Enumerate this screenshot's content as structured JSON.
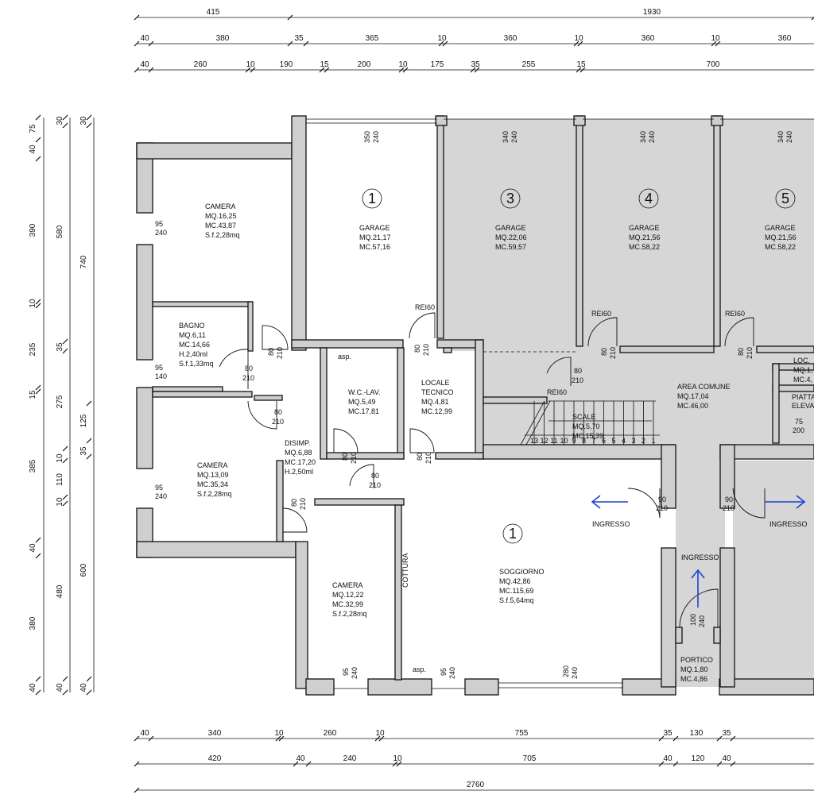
{
  "dims_top": {
    "row1": [
      "415",
      "1930"
    ],
    "row2": [
      "40",
      "380",
      "35",
      "365",
      "10",
      "360",
      "10",
      "360",
      "10",
      "360"
    ],
    "row3": [
      "40",
      "260",
      "10",
      "190",
      "15",
      "200",
      "10",
      "175",
      "35",
      "255",
      "15",
      "700"
    ]
  },
  "dims_left": {
    "col1": [
      "75",
      "40",
      "390",
      "10",
      "235",
      "15",
      "385",
      "40",
      "380",
      "40"
    ],
    "col2": [
      "30",
      "580",
      "35",
      "275",
      "10",
      "110",
      "10",
      "480",
      "40"
    ],
    "col3": [
      "30",
      "740",
      "125",
      "35",
      "600",
      "40"
    ]
  },
  "dims_bottom": {
    "row1": [
      "40",
      "340",
      "10",
      "260",
      "10",
      "755",
      "35",
      "130",
      "35"
    ],
    "row2": [
      "420",
      "40",
      "240",
      "10",
      "705",
      "40",
      "120",
      "40"
    ],
    "row3": [
      "2760"
    ]
  },
  "unit_numbers": {
    "garage_left": "1",
    "garage3": "3",
    "garage4": "4",
    "garage5": "5",
    "soggiorno": "1"
  },
  "rooms": {
    "camera1": [
      "CAMERA",
      "MQ.16,25",
      "MC.43,87",
      "S.f.2,28mq"
    ],
    "bagno": [
      "BAGNO",
      "MQ.6,11",
      "MC.14,66",
      "H.2,40ml",
      "S.f.1,33mq"
    ],
    "camera2": [
      "CAMERA",
      "MQ.13,09",
      "MC.35,34",
      "S.f.2,28mq"
    ],
    "camera3": [
      "CAMERA",
      "MQ.12,22",
      "MC.32,99",
      "S.f.2,28mq"
    ],
    "garage1": [
      "GARAGE",
      "MQ.21,17",
      "MC.57,16"
    ],
    "garage3": [
      "GARAGE",
      "MQ.22,06",
      "MC.59,57"
    ],
    "garage4": [
      "GARAGE",
      "MQ.21,56",
      "MC.58,22"
    ],
    "garage5": [
      "GARAGE",
      "MQ.21,56",
      "MC.58,22"
    ],
    "wc": [
      "W.C.-LAV.",
      "MQ.5,49",
      "MC.17,81"
    ],
    "locale": [
      "LOCALE",
      "TECNICO",
      "MQ.4,81",
      "MC.12,99"
    ],
    "disimp": [
      "DISIMP.",
      "MQ.6,88",
      "MC.17,20",
      "H.2,50ml"
    ],
    "area": [
      "AREA COMUNE",
      "MQ.17,04",
      "MC.46,00"
    ],
    "scale": [
      "SCALE",
      "MQ.5,70",
      "MC.15,39"
    ],
    "soggiorno": [
      "SOGGIORNO",
      "MQ.42,86",
      "MC.115,69",
      "S.f.5,64mq"
    ],
    "portico": [
      "PORTICO",
      "MQ.1,80",
      "MC.4,86"
    ],
    "loc": [
      "LOC.",
      "MQ.1,",
      "MC.4,"
    ],
    "piatta": [
      "PIATTA",
      "ELEVAT"
    ]
  },
  "openings": {
    "w1": [
      "95",
      "240"
    ],
    "w2": [
      "95",
      "140"
    ],
    "w3": [
      "95",
      "240"
    ],
    "d_bagno": [
      "80",
      "210"
    ],
    "d_disimp": [
      "80",
      "210"
    ],
    "d_cam2": [
      "80",
      "210"
    ],
    "d_wc": [
      "80",
      "210"
    ],
    "d_loc": [
      "80",
      "210"
    ],
    "d_mid": [
      "80",
      "210"
    ],
    "d_cam3": [
      "80",
      "210"
    ],
    "d_g1": [
      "80",
      "210"
    ],
    "d_g3": [
      "80",
      "210"
    ],
    "d_g4": [
      "80",
      "210"
    ],
    "d_g5": [
      "80",
      "210"
    ],
    "d_ing1": [
      "90",
      "210"
    ],
    "d_ing2": [
      "90",
      "210"
    ],
    "d_port": [
      "100",
      "240"
    ],
    "g1top": [
      "350",
      "240"
    ],
    "g3top": [
      "340",
      "240"
    ],
    "g4top": [
      "340",
      "240"
    ],
    "g5top": [
      "340",
      "240"
    ],
    "bw1": [
      "95",
      "240"
    ],
    "bw2": [
      "95",
      "240"
    ],
    "bw3": [
      "280",
      "240"
    ],
    "piatta_d": [
      "75",
      "200"
    ]
  },
  "labels": {
    "rei1": "REI60",
    "rei2": "REI60",
    "rei3": "REI60",
    "rei4": "REI60",
    "ingresso_left": "INGRESSO",
    "ingresso_mid": "INGRESSO",
    "ingresso_right": "INGRESSO",
    "cottura": "COTTURA",
    "asp1": "asp.",
    "asp2": "asp."
  },
  "stair_steps": [
    "13",
    "12",
    "11",
    "10",
    "9",
    "8",
    "7",
    "6",
    "5",
    "4",
    "3",
    "2",
    "1"
  ]
}
